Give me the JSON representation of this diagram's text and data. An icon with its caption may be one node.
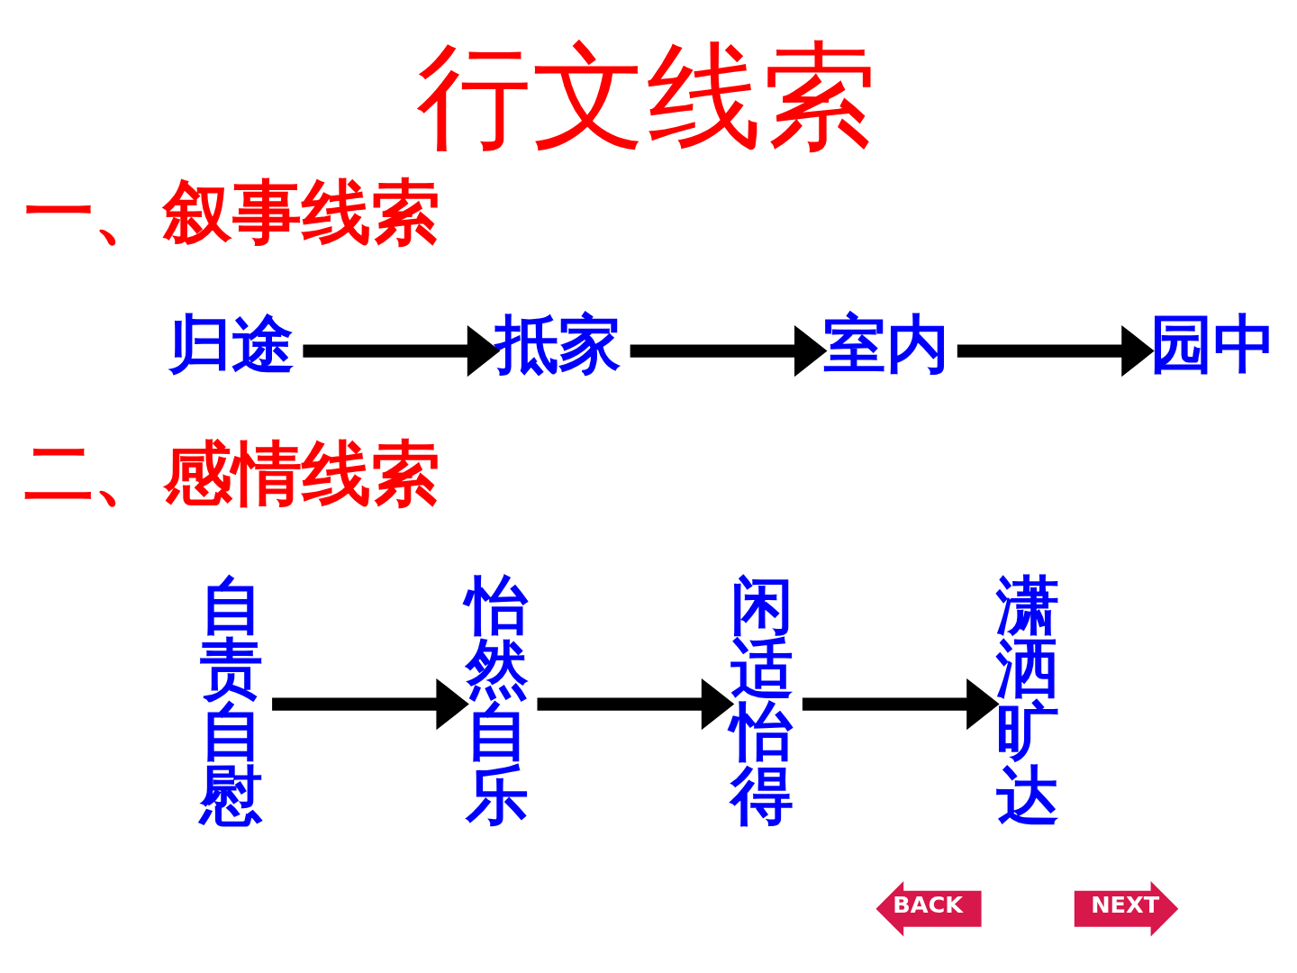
{
  "diagram": {
    "title": "行文线索",
    "nodes": [
      {
        "text": [
          "归途"
        ]
      },
      {
        "text": [
          "抵家"
        ]
      },
      {
        "text": [
          "室内"
        ]
      },
      {
        "text": [
          "园中"
        ]
      },
      {
        "text": [
          "自责自慰"
        ]
      },
      {
        "text": [
          "怡然自乐"
        ]
      },
      {
        "text": [
          "闲适怡得"
        ]
      },
      {
        "text": [
          "潇洒旷达"
        ]
      },
      {
        "text": [
          "BACK"
        ]
      },
      {
        "text": [
          "NEXT"
        ]
      }
    ],
    "edges": [
      {
        "from": 0,
        "to": 1,
        "arrow": "to"
      },
      {
        "from": 1,
        "to": 2,
        "arrow": "to"
      },
      {
        "from": 2,
        "to": 3,
        "arrow": "to"
      },
      {
        "from": 4,
        "to": 5,
        "arrow": "to"
      },
      {
        "from": 5,
        "to": 6,
        "arrow": "to"
      },
      {
        "from": 6,
        "to": 7,
        "arrow": "to"
      }
    ],
    "labels": [
      "一、叙事线索",
      "二、感情线索"
    ]
  }
}
